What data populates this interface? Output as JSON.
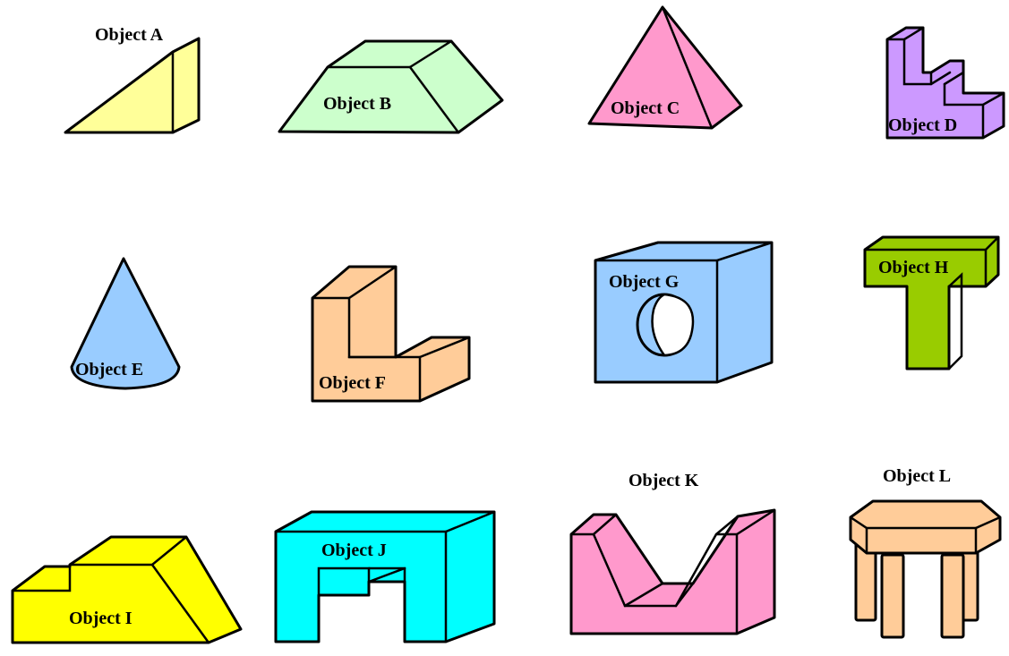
{
  "objects": [
    {
      "id": "A",
      "label": "Object A",
      "color": "#FFFF99"
    },
    {
      "id": "B",
      "label": "Object B",
      "color": "#CCFFCC"
    },
    {
      "id": "C",
      "label": "Object C",
      "color": "#FF99CC"
    },
    {
      "id": "D",
      "label": "Object D",
      "color": "#CC99FF"
    },
    {
      "id": "E",
      "label": "Object E",
      "color": "#99CCFF"
    },
    {
      "id": "F",
      "label": "Object F",
      "color": "#FFCC99"
    },
    {
      "id": "G",
      "label": "Object G",
      "color": "#99CCFF"
    },
    {
      "id": "H",
      "label": "Object H",
      "color": "#99CC00"
    },
    {
      "id": "I",
      "label": "Object I",
      "color": "#FFFF00"
    },
    {
      "id": "J",
      "label": "Object J",
      "color": "#00FFFF"
    },
    {
      "id": "K",
      "label": "Object K",
      "color": "#FF99CC"
    },
    {
      "id": "L",
      "label": "Object L",
      "color": "#FFCC99"
    }
  ]
}
